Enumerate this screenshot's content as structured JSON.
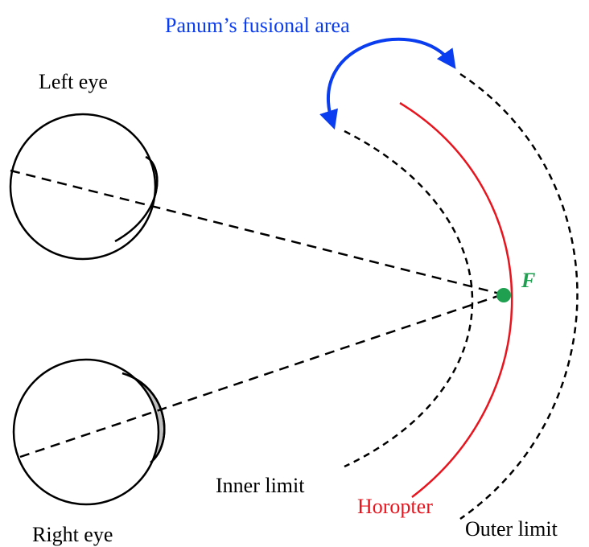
{
  "labels": {
    "fusional_area": "Panum’s fusional area",
    "left_eye": "Left eye",
    "right_eye": "Right eye",
    "fixation": "F",
    "inner_limit": "Inner limit",
    "horopter": "Horopter",
    "outer_limit": "Outer limit"
  },
  "colors": {
    "fusional_area": "#0a3cf0",
    "horopter": "#e8141e",
    "fixation": "#1ea050",
    "lens": "#c0c0c0",
    "line": "#000000",
    "text": "#000000"
  }
}
